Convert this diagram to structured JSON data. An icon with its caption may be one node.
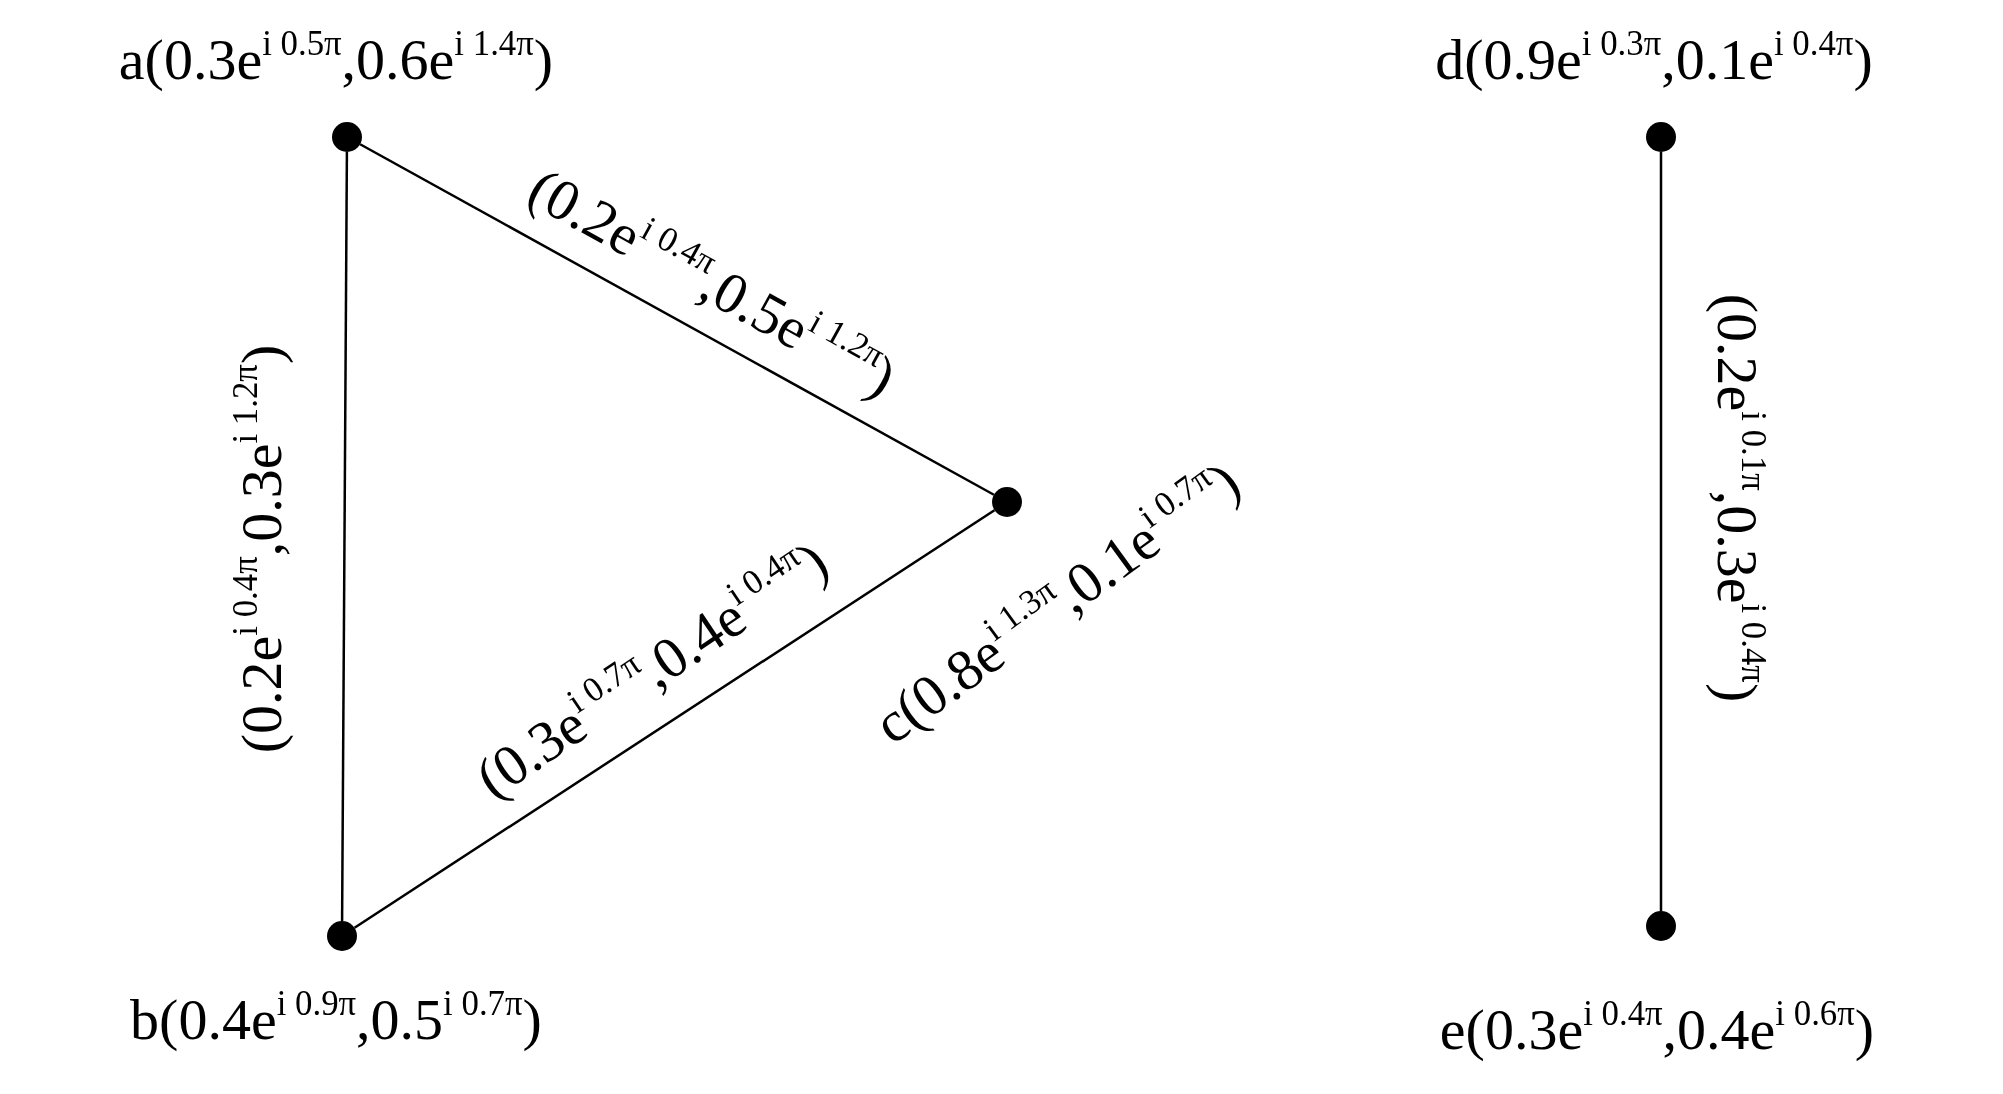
{
  "diagram": {
    "nodes": [
      {
        "text": [],
        "shape": "circle",
        "beside": [
          "a(0.3e$^{i 0.5π}$,0.6e$^{i 1.4π}$)"
        ]
      },
      {
        "text": [],
        "shape": "circle",
        "beside": [
          "b(0.4e$^{i 0.9π}$,0.5$^{i 0.7π}$)"
        ]
      },
      {
        "text": [],
        "shape": "circle",
        "beside": [
          "c(0.8e$^{i 1.3π}$,0.1e$^{i 0.7π}$)"
        ]
      },
      {
        "text": [],
        "shape": "circle",
        "beside": [
          "d(0.9e$^{i 0.3π}$,0.1e$^{i 0.4π}$)"
        ]
      },
      {
        "text": [],
        "shape": "circle",
        "beside": [
          "e(0.3e$^{i 0.4π}$,0.4e$^{i 0.6π}$)"
        ]
      }
    ],
    "edges": [
      {
        "from": 0,
        "to": 1,
        "arrow": "none",
        "label": "(0.2e$^{i 0.4π}$,0.3e$^{i 1.2π}$)"
      },
      {
        "from": 0,
        "to": 2,
        "arrow": "none",
        "label": "(0.2e$^{i 0.4π}$,0.5e$^{i 1.2π}$)"
      },
      {
        "from": 1,
        "to": 2,
        "arrow": "none",
        "label": "(0.3e$^{i 0.7π}$,0.4e$^{i 0.4π}$)"
      },
      {
        "from": 3,
        "to": 4,
        "arrow": "none",
        "label": "(0.2e$^{i 0.1π}$,0.3e$^{i 0.4π}$)"
      }
    ]
  }
}
